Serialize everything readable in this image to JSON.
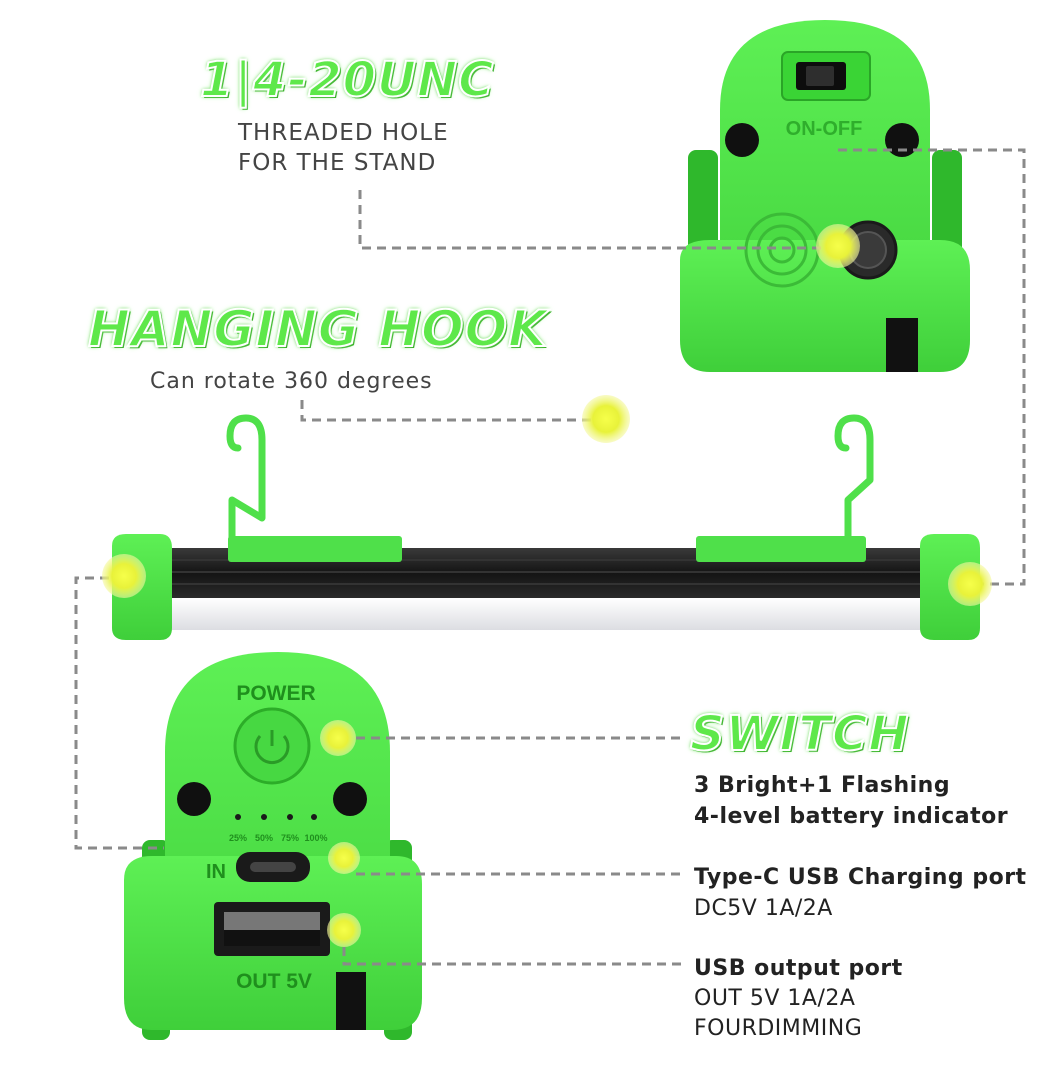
{
  "thread_section": {
    "headline": "1|4-20UNC",
    "line1": "THREADED HOLE",
    "line2": "FOR THE STAND"
  },
  "hook_section": {
    "headline": "HANGING HOOK",
    "subtitle": "Can rotate 360 degrees"
  },
  "switch_section": {
    "headline": "SWITCH",
    "line1": "3 Bright+1 Flashing",
    "line2": "4-level battery indicator"
  },
  "typec_section": {
    "title": "Type-C USB Charging port",
    "spec": "DC5V 1A/2A"
  },
  "usb_section": {
    "title": "USB output port",
    "spec": "OUT 5V 1A/2A",
    "mode": "FOURDIMMING"
  },
  "device_labels": {
    "on_off": "ON-OFF",
    "power": "POWER",
    "in": "IN",
    "out_5v": "OUT 5V",
    "pct_25": "25%",
    "pct_50": "50%",
    "pct_75": "75%",
    "pct_100": "100%"
  },
  "colors": {
    "device_green": "#4fe04a",
    "device_dark_green": "#2bb52a",
    "highlight_yellow": "#e8f23a",
    "headline_green": "#5ee84a",
    "tube_black": "#1c1c1c",
    "tube_light": "#f4f4f6"
  }
}
